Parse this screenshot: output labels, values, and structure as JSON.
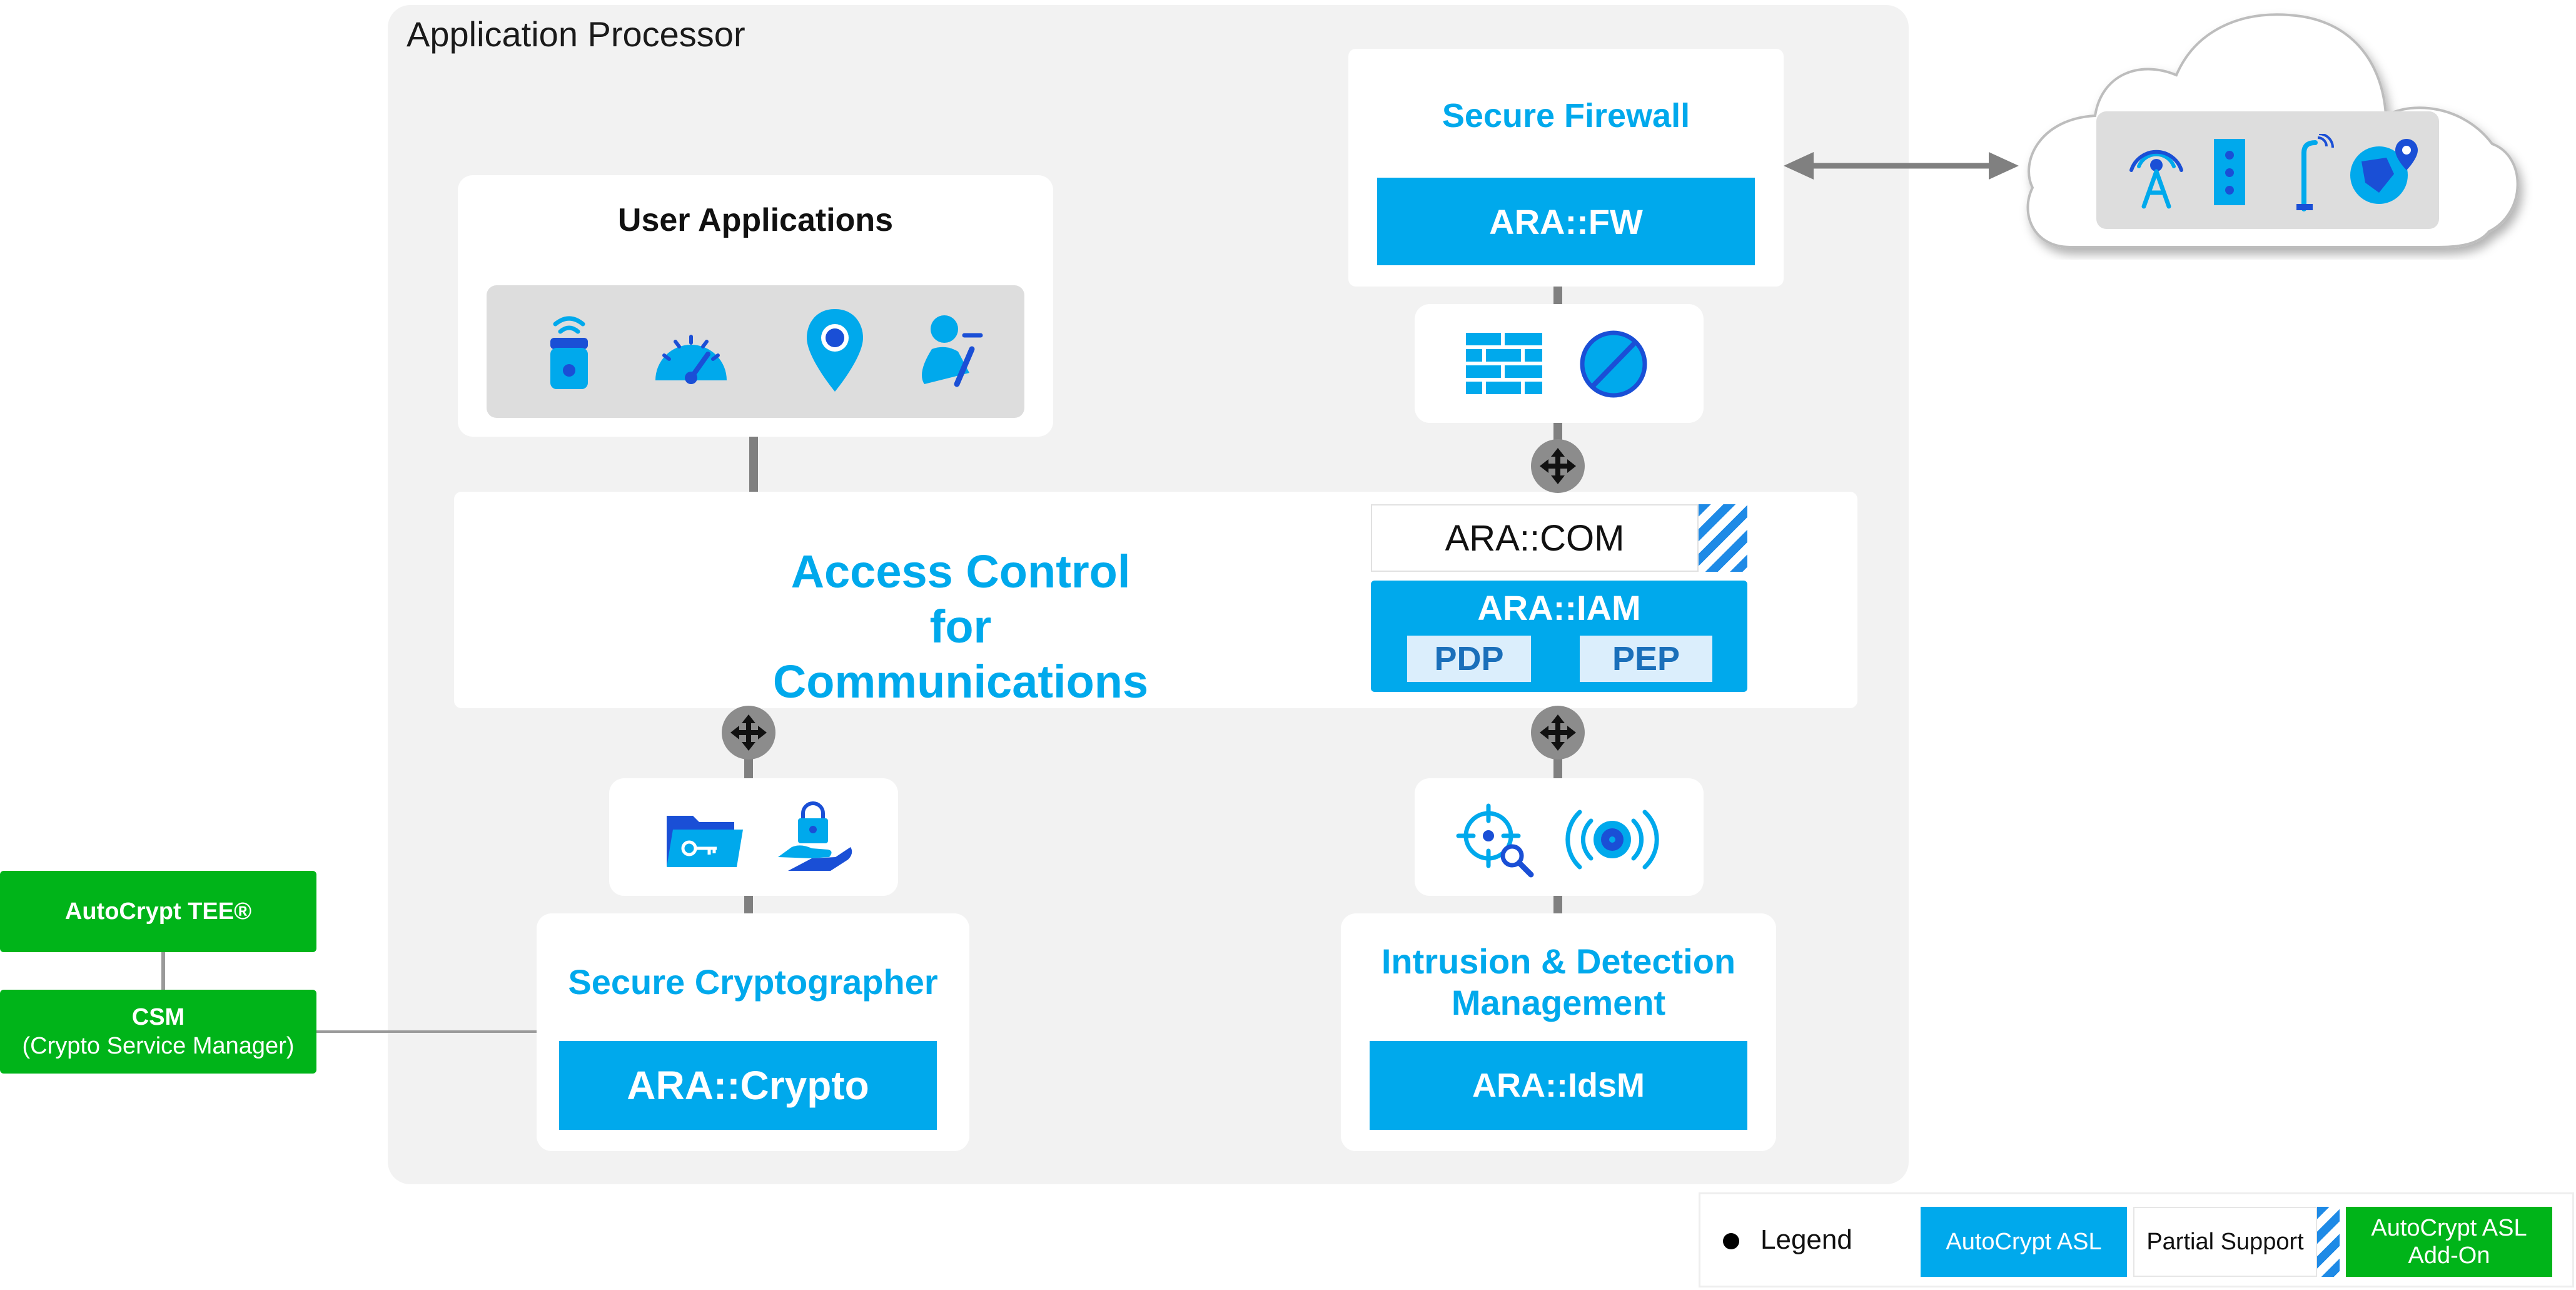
{
  "application_processor": {
    "label": "Application Processor"
  },
  "user_applications": {
    "title": "User Applications",
    "icons": [
      "car-key-icon",
      "speedometer-icon",
      "location-pin-icon",
      "driver-seat-icon"
    ]
  },
  "secure_firewall": {
    "title": "Secure Firewall",
    "module": "ARA::FW"
  },
  "firewall_icons": [
    "firewall-brick-icon",
    "block-icon"
  ],
  "cloud": {
    "icons": [
      "radio-tower-icon",
      "charging-station-icon",
      "street-lamp-icon",
      "globe-pin-icon"
    ]
  },
  "access_control": {
    "title_line1": "Access Control",
    "title_line2": "for Communications",
    "com_module": "ARA::COM",
    "iam_module": "ARA::IAM",
    "pdp": "PDP",
    "pep": "PEP"
  },
  "crypto_icons": [
    "key-folder-icon",
    "hand-lock-icon"
  ],
  "secure_cryptographer": {
    "title": "Secure Cryptographer",
    "module": "ARA::Crypto"
  },
  "ids_icons": [
    "target-search-icon",
    "signal-broadcast-icon"
  ],
  "intrusion_detection": {
    "title_line1": "Intrusion & Detection",
    "title_line2": "Management",
    "module": "ARA::IdsM"
  },
  "autocrypt_tee": {
    "label": "AutoCrypt TEE®"
  },
  "csm": {
    "title": "CSM",
    "subtitle": "(Crypto Service Manager)"
  },
  "legend": {
    "title": "Legend",
    "asl": "AutoCrypt ASL",
    "partial": "Partial Support",
    "addon_line1": "AutoCrypt ASL",
    "addon_line2": "Add-On"
  },
  "colors": {
    "primary_blue": "#00a9ec",
    "green": "#00b419",
    "panel_gray": "#f2f2f2",
    "tray_gray": "#dddddd",
    "hatch_blue": "#1e8ae6"
  }
}
